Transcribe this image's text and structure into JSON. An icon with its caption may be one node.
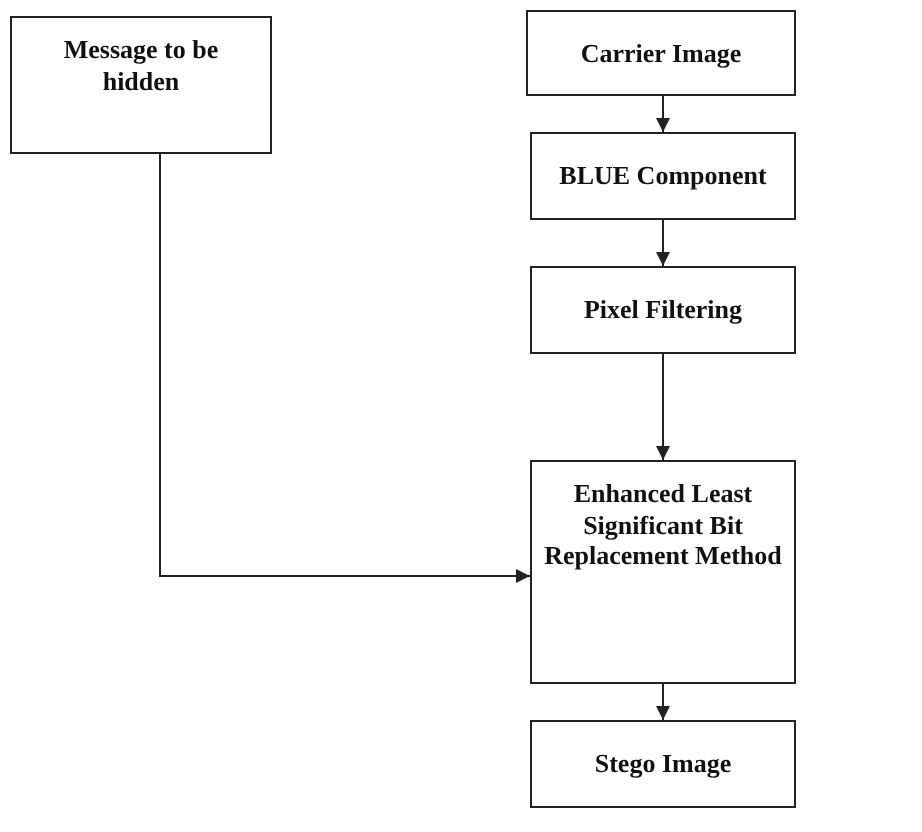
{
  "diagram": {
    "nodes": [
      {
        "text": [
          "Message to be hidden"
        ]
      },
      {
        "text": [
          "Carrier Image"
        ]
      },
      {
        "text": [
          "BLUE Component"
        ]
      },
      {
        "text": [
          "Pixel Filtering"
        ]
      },
      {
        "text": [
          "Enhanced Least Significant Bit Replacement Method"
        ]
      },
      {
        "text": [
          "Stego Image"
        ]
      }
    ],
    "edges": [
      {
        "from": 1,
        "to": 2,
        "arrow": "to"
      },
      {
        "from": 2,
        "to": 3,
        "arrow": "to"
      },
      {
        "from": 3,
        "to": 4,
        "arrow": "to"
      },
      {
        "from": 0,
        "to": 4,
        "arrow": "to"
      },
      {
        "from": 4,
        "to": 5,
        "arrow": "to"
      }
    ]
  }
}
